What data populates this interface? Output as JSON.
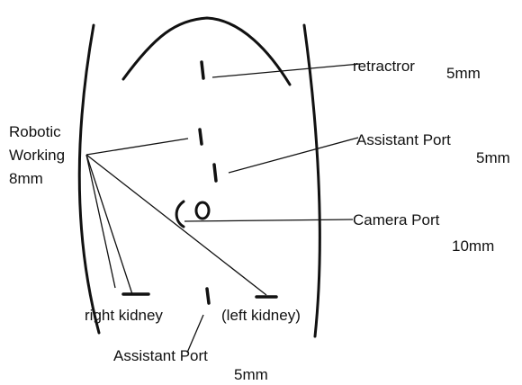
{
  "labels": {
    "retractor": "retractror",
    "retractor_size": "5mm",
    "assistant_port_right": "Assistant Port",
    "assistant_port_right_size": "5mm",
    "camera_port": "Camera Port",
    "camera_port_size": "10mm",
    "robotic_working_line1": "Robotic",
    "robotic_working_line2": "Working",
    "robotic_working_size": "8mm",
    "right_kidney": "right kidney",
    "left_kidney": "(left kidney)",
    "assistant_port_bottom": "Assistant Port",
    "assistant_port_bottom_size": "5mm"
  }
}
